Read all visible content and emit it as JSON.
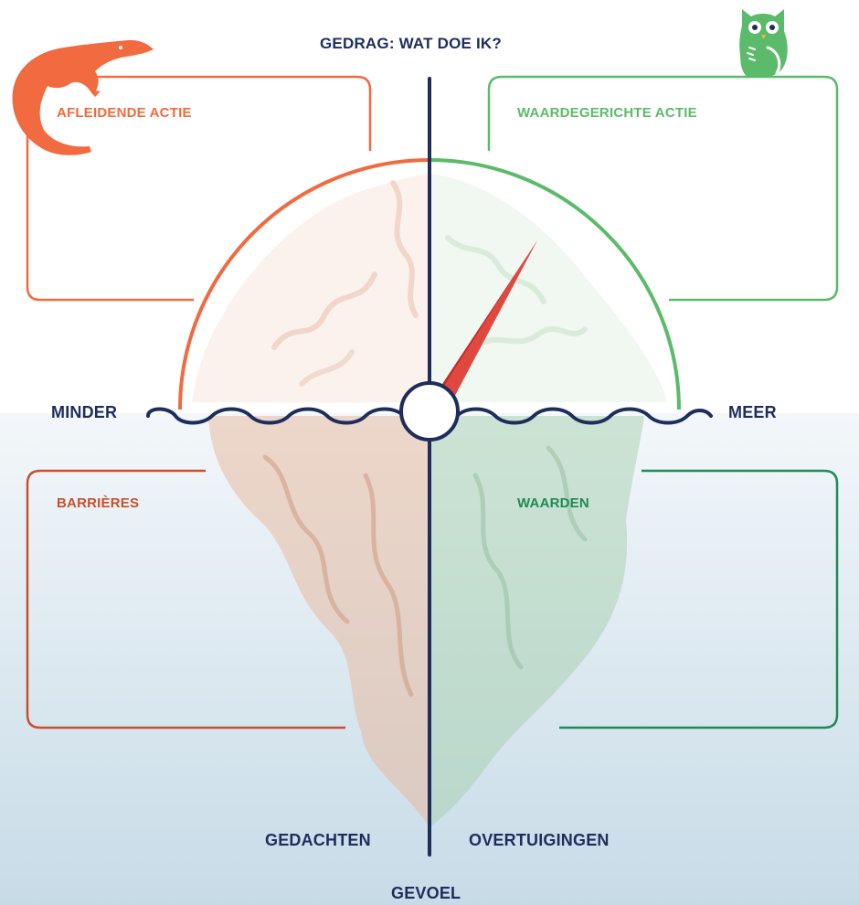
{
  "labels": {
    "top": "GEDRAG: WAT DOE IK?",
    "left": "MINDER",
    "right": "MEER",
    "bottom_left": "GEDACHTEN",
    "bottom_right": "OVERTUIGINGEN",
    "bottom_center": "GEVOEL"
  },
  "boxes": {
    "top_left": {
      "title": "AFLEIDENDE ACTIE",
      "color": "#f26a3f"
    },
    "top_right": {
      "title": "WAARDEGERICHTE ACTIE",
      "color": "#5cbb6a"
    },
    "bottom_left": {
      "title": "BARRIÈRES",
      "color": "#c8502c"
    },
    "bottom_right": {
      "title": "WAARDEN",
      "color": "#1f8a55"
    }
  },
  "colors": {
    "navy": "#1e2d5c",
    "needle": "#cc2a26",
    "arc_left": "#f26a3f",
    "arc_right": "#5cbb6a",
    "water_top": "#eef4f8",
    "water_bottom": "#c9dde8"
  },
  "icons": {
    "top_left": "crocodile-icon",
    "top_right": "owl-icon",
    "center": "brain-icon"
  },
  "gauge": {
    "needle_value": 0.75
  }
}
